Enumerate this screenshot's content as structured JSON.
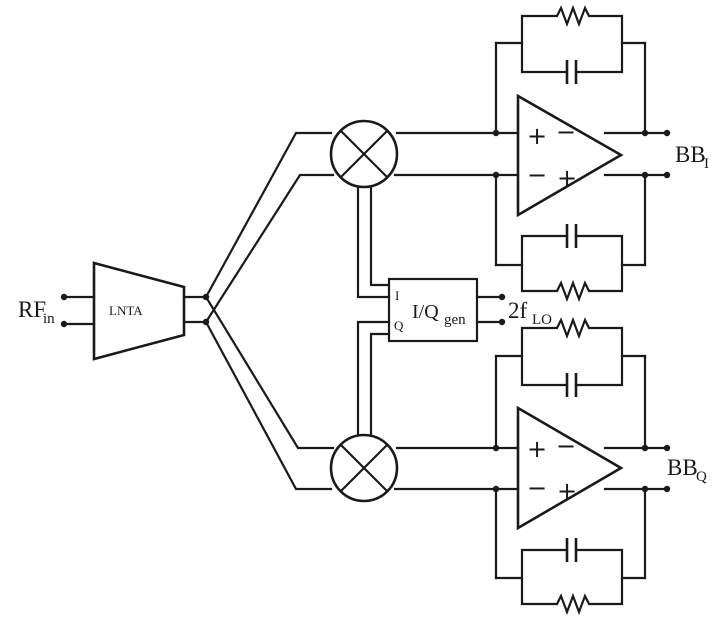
{
  "labels": {
    "rf_input": "RF",
    "rf_input_sub": "in",
    "lnta": "LNTA",
    "iq_gen_i": "I",
    "iq_gen_q": "Q",
    "iq_gen": "I/Q",
    "iq_gen_sub": "gen",
    "lo": "2f",
    "lo_sub": "LO",
    "bb_i": "BB",
    "bb_i_sub": "I",
    "bb_q": "BB",
    "bb_q_sub": "Q"
  },
  "opamp_signs": {
    "plus": "+",
    "minus": "−"
  },
  "icons": [
    "mixer-icon",
    "resistor-icon",
    "capacitor-icon",
    "amplifier-icon"
  ]
}
